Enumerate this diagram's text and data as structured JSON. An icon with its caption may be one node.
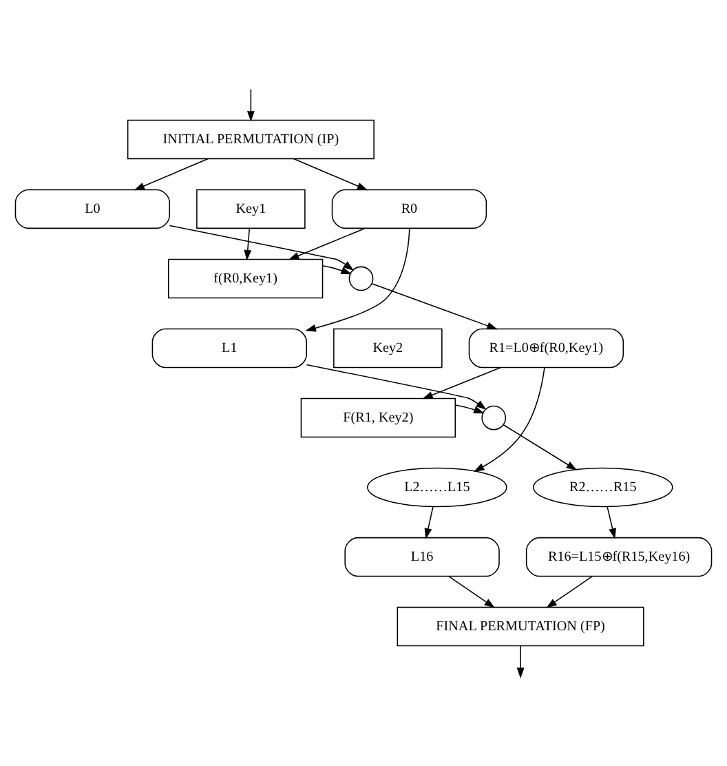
{
  "diagram": {
    "nodes": [
      {
        "text": [
          "INITIAL PERMUTATION (IP)"
        ]
      },
      {
        "text": [
          "L0"
        ]
      },
      {
        "text": [
          "Key1"
        ]
      },
      {
        "text": [
          "R0"
        ]
      },
      {
        "text": [
          "f(R0,Key1)"
        ]
      },
      {
        "text": [],
        "shape": "circle"
      },
      {
        "text": [
          "L1"
        ]
      },
      {
        "text": [
          "Key2"
        ]
      },
      {
        "text": [
          "R1=L0⊕f(R0,Key1)"
        ]
      },
      {
        "text": [
          "F(R1, Key2)"
        ]
      },
      {
        "text": [],
        "shape": "circle"
      },
      {
        "text": [
          "L2……L15"
        ]
      },
      {
        "text": [
          "R2……R15"
        ]
      },
      {
        "text": [
          "L16"
        ]
      },
      {
        "text": [
          "R16=L15⊕f(R15,Key16)"
        ]
      },
      {
        "text": [
          "FINAL PERMUTATION (FP)"
        ]
      }
    ],
    "edges": [
      {
        "from": null,
        "to": 0,
        "arrow": "to"
      },
      {
        "from": 0,
        "to": 1,
        "arrow": "to"
      },
      {
        "from": 0,
        "to": 3,
        "arrow": "to"
      },
      {
        "from": 2,
        "to": 4,
        "arrow": "to"
      },
      {
        "from": 3,
        "to": 4,
        "arrow": "to"
      },
      {
        "from": 1,
        "to": 5,
        "arrow": "to"
      },
      {
        "from": 4,
        "to": 5,
        "arrow": "to"
      },
      {
        "from": 5,
        "to": 8,
        "arrow": "to"
      },
      {
        "from": 3,
        "to": 6,
        "arrow": "to"
      },
      {
        "from": 8,
        "to": 9,
        "arrow": "to"
      },
      {
        "from": 6,
        "to": 10,
        "arrow": "to"
      },
      {
        "from": 9,
        "to": 10,
        "arrow": "to"
      },
      {
        "from": 10,
        "to": 12,
        "arrow": "to"
      },
      {
        "from": 8,
        "to": 11,
        "arrow": "to"
      },
      {
        "from": 11,
        "to": 13,
        "arrow": "to"
      },
      {
        "from": 12,
        "to": 14,
        "arrow": "to"
      },
      {
        "from": 13,
        "to": 15,
        "arrow": "to"
      },
      {
        "from": 14,
        "to": 15,
        "arrow": "to"
      },
      {
        "from": 15,
        "to": null,
        "arrow": "to"
      }
    ]
  }
}
